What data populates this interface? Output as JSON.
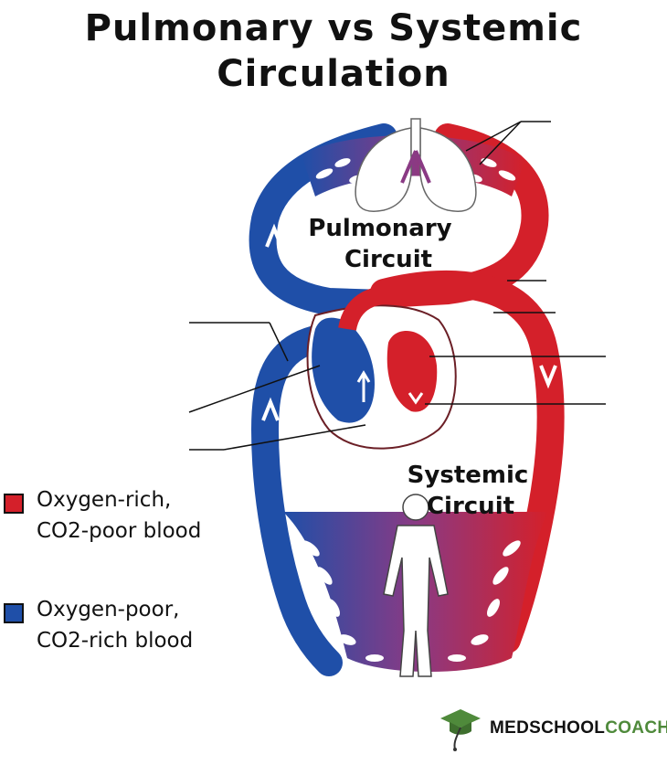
{
  "title": {
    "line1": "Pulmonary vs Systemic",
    "line2": "Circulation"
  },
  "labels": {
    "pulmonary_line1": "Pulmonary",
    "pulmonary_line2": "Circuit",
    "systemic_line1": "Systemic",
    "systemic_line2": "Circuit"
  },
  "legend": [
    {
      "line1": "Oxygen-rich,",
      "line2": "CO2-poor blood",
      "color": "#d4202a"
    },
    {
      "line1": "Oxygen-poor,",
      "line2": "CO2-rich blood",
      "color": "#1f4fa8"
    }
  ],
  "colors": {
    "oxygen_rich": "#d4202a",
    "oxygen_poor": "#1f4fa8",
    "capillary_mix": "#8a3a84",
    "logo_green": "#4f8a3b"
  },
  "logo": {
    "part1": "MEDSCHOOL",
    "part2": "COACH",
    "icon": "graduation-cap-icon"
  }
}
